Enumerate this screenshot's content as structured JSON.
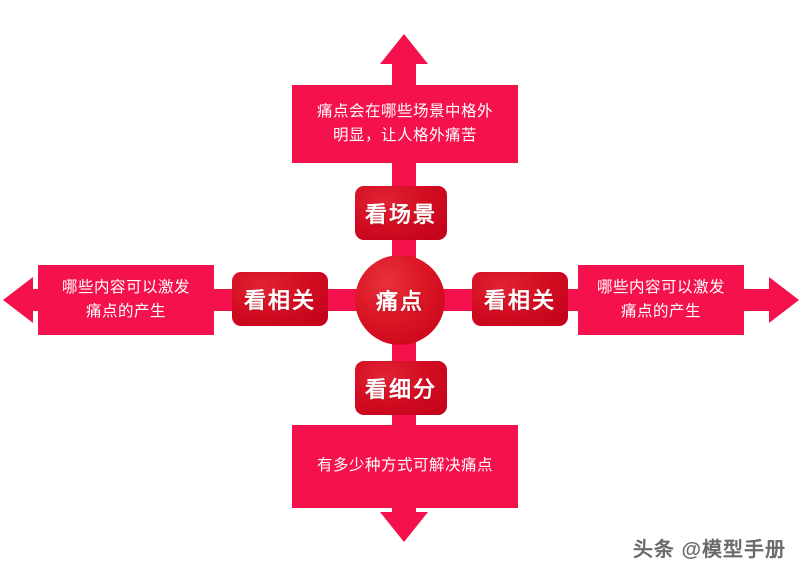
{
  "diagram": {
    "center": {
      "label": "痛点"
    },
    "branches": [
      {
        "id": "top",
        "direction": "up",
        "chip_label": "看场景",
        "description_line1": "痛点会在哪些场景中格外",
        "description_line2": "明显，让人格外痛苦"
      },
      {
        "id": "bottom",
        "direction": "down",
        "chip_label": "看细分",
        "description_line1": "有多少种方式可解决痛点",
        "description_line2": ""
      },
      {
        "id": "left",
        "direction": "left",
        "chip_label": "看相关",
        "description_line1": "哪些内容可以激发",
        "description_line2": "痛点的产生"
      },
      {
        "id": "right",
        "direction": "right",
        "chip_label": "看相关",
        "description_line1": "哪些内容可以激发",
        "description_line2": "痛点的产生"
      }
    ],
    "colors": {
      "arrow_and_box": "#F5114C",
      "chip": "#D20D22",
      "circle": "#DC1726",
      "text": "#FFFFFF",
      "background": "#FFFFFF"
    }
  },
  "watermark": {
    "text": "头条 @模型手册"
  }
}
